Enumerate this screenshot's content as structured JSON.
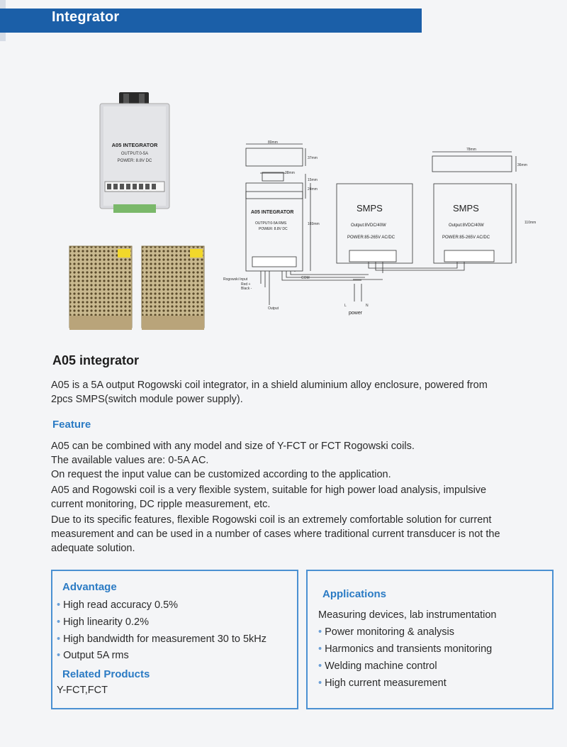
{
  "header": {
    "title": "Integrator"
  },
  "device": {
    "name": "A05 INTEGRATOR",
    "output": "OUTPUT:0-5A",
    "power": "POWER: 8.8V DC"
  },
  "diagram": {
    "width_top": "80mm",
    "depth_top": "37mm",
    "width_right": "78mm",
    "depth_right": "36mm",
    "connector_w": "38mm",
    "dim_15": "15mm",
    "dim_24": "24mm",
    "dim_103": "103mm",
    "dim_110": "110mm",
    "integrator_name": "A05 INTEGRATOR",
    "integrator_output": "OUTPUT:0-5A RMS",
    "integrator_power": "POWER: 8.8V DC",
    "smps_title": "SMPS",
    "smps_output": "Output:8VDC/40W",
    "smps_power": "POWER:85-265V AC/DC",
    "rogowski_input": "Rogowski Input",
    "red": "Red +",
    "black": "Black -",
    "output_label": "Output",
    "com": "COM",
    "l": "L",
    "n": "N",
    "power_label": "power"
  },
  "product": {
    "title": "A05 integrator",
    "description_line1": "A05 is a 5A output Rogowski coil integrator, in a shield aluminium alloy enclosure, powered from",
    "description_line2": "2pcs SMPS(switch module power supply)."
  },
  "feature": {
    "heading": "Feature",
    "lines": [
      "A05 can be combined with any model and size of Y-FCT or FCT Rogowski coils.",
      "The available values are: 0-5A AC.",
      "On request the input value can be customized according to the application.",
      "A05 and Rogowski coil is a very flexible system, suitable for high power load analysis, impulsive",
      "current monitoring, DC ripple measurement, etc.",
      "Due to its specific features, flexible Rogowski coil is an extremely comfortable solution for current",
      "measurement and can be used in a number of cases where traditional current transducer is not the",
      "adequate solution."
    ]
  },
  "advantage": {
    "heading": "Advantage",
    "items": [
      "High read accuracy 0.5%",
      "High linearity 0.2%",
      "High bandwidth for measurement 30 to 5kHz",
      "Output 5A rms"
    ],
    "related_heading": "Related Products",
    "related_text": "Y-FCT,FCT"
  },
  "applications": {
    "heading": "Applications",
    "intro": "Measuring devices, lab instrumentation",
    "items": [
      "Power monitoring & analysis",
      "Harmonics and transients monitoring",
      "Welding machine control",
      "High current measurement"
    ]
  },
  "colors": {
    "banner": "#1b5fa8",
    "heading_blue": "#2b7bc4",
    "box_border": "#4a90d2"
  }
}
